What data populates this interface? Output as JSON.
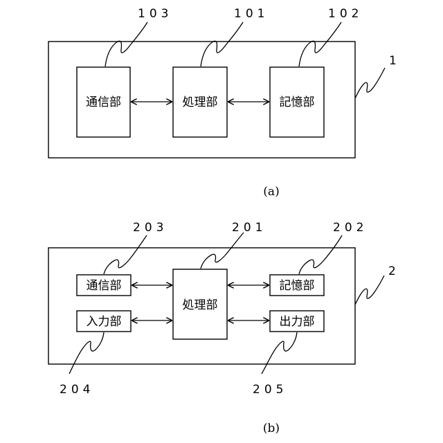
{
  "figure_a": {
    "caption": "(a)",
    "device_ref": "1",
    "blocks": {
      "communication": {
        "label": "通信部",
        "ref": "103"
      },
      "processing": {
        "label": "処理部",
        "ref": "101"
      },
      "storage": {
        "label": "記憶部",
        "ref": "102"
      }
    }
  },
  "figure_b": {
    "caption": "(b)",
    "device_ref": "2",
    "blocks": {
      "communication": {
        "label": "通信部",
        "ref": "203"
      },
      "processing": {
        "label": "処理部",
        "ref": "201"
      },
      "storage": {
        "label": "記憶部",
        "ref": "202"
      },
      "input": {
        "label": "入力部",
        "ref": "204"
      },
      "output": {
        "label": "出力部",
        "ref": "205"
      }
    }
  }
}
